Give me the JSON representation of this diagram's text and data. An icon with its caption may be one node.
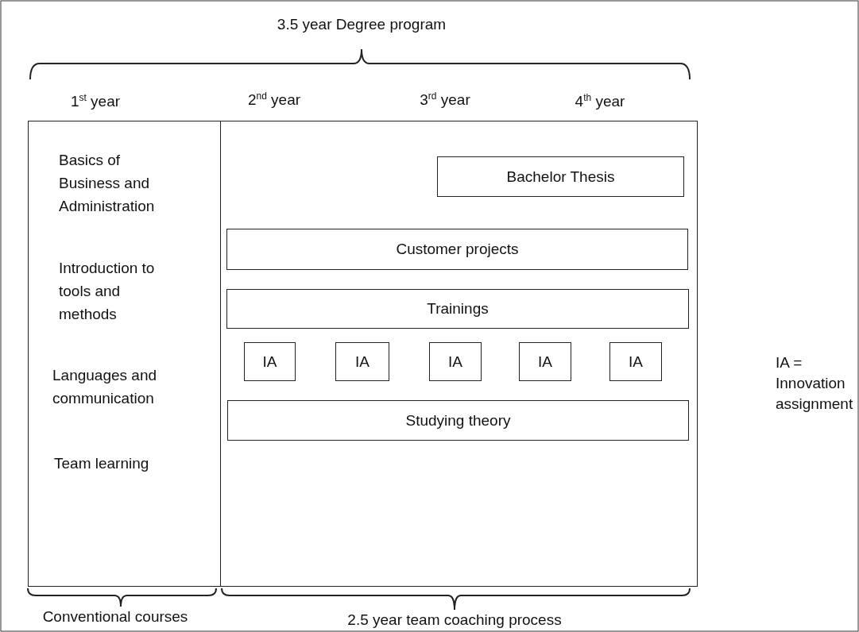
{
  "diagram": {
    "nodes": [
      {
        "text": [
          "Basics of Business and Administration",
          "Introduction to tools and methods",
          "Languages and communication",
          "Team learning"
        ]
      },
      {
        "text": [],
        "shape": "box"
      },
      {
        "text": [
          "Bachelor Thesis"
        ],
        "in": 1
      },
      {
        "text": [
          "Customer projects"
        ],
        "in": 1
      },
      {
        "text": [
          "Trainings"
        ],
        "in": 1
      },
      {
        "text": [
          "IA"
        ],
        "in": 1
      },
      {
        "text": [
          "IA"
        ],
        "in": 1
      },
      {
        "text": [
          "IA"
        ],
        "in": 1
      },
      {
        "text": [
          "IA"
        ],
        "in": 1
      },
      {
        "text": [
          "IA"
        ],
        "in": 1
      },
      {
        "text": [
          "Studying theory"
        ],
        "in": 1
      }
    ],
    "edges": [],
    "labels": [
      "3.5 year Degree program",
      "1$^{st}$ year",
      "2$^{nd}$ year",
      "3$^{rd}$ year",
      "4$^{th}$ year",
      "IA = Innovation assignment",
      "Conventional courses",
      "2.5 year team coaching process"
    ]
  }
}
